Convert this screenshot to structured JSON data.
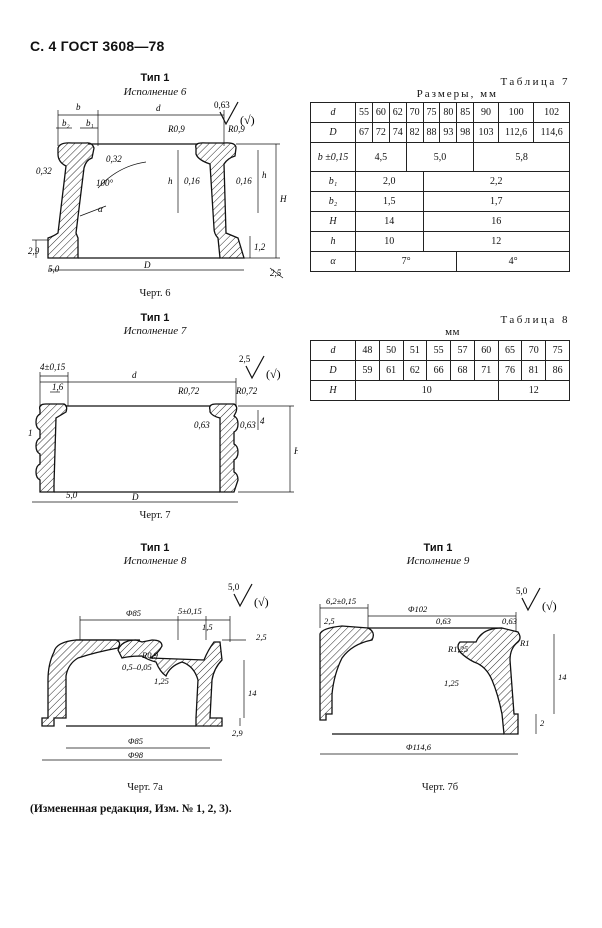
{
  "header": "С. 4 ГОСТ 3608—78",
  "fig6": {
    "type_label": "Тип 1",
    "execution_label": "Исполнение 6",
    "caption": "Черт. 6",
    "roughness": "0,63",
    "roughness_mark": "(√)",
    "dims": [
      "b",
      "d",
      "b₂",
      "b₁",
      "R0,9",
      "R0,9",
      "0,32",
      "0,32",
      "100°",
      "α",
      "h",
      "0,16",
      "0,16",
      "h",
      "H",
      "2,9",
      "5,0",
      "D",
      "1,2",
      "2,5"
    ]
  },
  "table7": {
    "caption": "Таблица 7",
    "units": "Размеры, мм",
    "rows": [
      {
        "label": "d",
        "cells": [
          "55",
          "60",
          "62",
          "70",
          "75",
          "80",
          "85",
          "90",
          "100",
          "102"
        ]
      },
      {
        "label": "D",
        "cells": [
          "67",
          "72",
          "74",
          "82",
          "88",
          "93",
          "98",
          "103",
          "112,6",
          "114,6"
        ]
      },
      {
        "label": "b ±0,15",
        "cells": [
          "4,5",
          "5,0",
          "5,8"
        ]
      },
      {
        "label": "b₁",
        "cells": [
          "2,0",
          "2,2"
        ]
      },
      {
        "label": "b₂",
        "cells": [
          "1,5",
          "1,7"
        ]
      },
      {
        "label": "H",
        "cells": [
          "14",
          "16"
        ]
      },
      {
        "label": "h",
        "cells": [
          "10",
          "12"
        ]
      },
      {
        "label": "α",
        "cells": [
          "7°",
          "4°"
        ]
      }
    ]
  },
  "fig7": {
    "type_label": "Тип 1",
    "execution_label": "Исполнение 7",
    "caption": "Черт. 7",
    "roughness": "2,5",
    "roughness_mark": "(√)",
    "dims": [
      "4±0,15",
      "d",
      "1,6",
      "R0,72",
      "R0,72",
      "1",
      "0,63",
      "0,63",
      "4",
      "H",
      "5,0",
      "D"
    ]
  },
  "table8": {
    "caption": "Таблица 8",
    "units": "мм",
    "rows": [
      {
        "label": "d",
        "cells": [
          "48",
          "50",
          "51",
          "55",
          "57",
          "60",
          "65",
          "70",
          "75"
        ]
      },
      {
        "label": "D",
        "cells": [
          "59",
          "61",
          "62",
          "66",
          "68",
          "71",
          "76",
          "81",
          "86"
        ]
      },
      {
        "label": "H",
        "cells": [
          "10",
          "12"
        ]
      }
    ]
  },
  "fig7a": {
    "type_label": "Тип 1",
    "execution_label": "Исполнение 8",
    "caption": "Черт. 7а",
    "roughness": "5,0",
    "roughness_mark": "(√)",
    "dims": [
      "Φ85",
      "5±0,15",
      "R0,9",
      "1,5",
      "2,5",
      "0,5–0,05",
      "1,25",
      "14",
      "2,9",
      "Φ85",
      "Φ98"
    ]
  },
  "fig7b": {
    "type_label": "Тип 1",
    "execution_label": "Исполнение 9",
    "caption": "Черт. 7б",
    "roughness": "5,0",
    "roughness_mark": "(√)",
    "dims": [
      "6,2±0,15",
      "Φ102",
      "2,5",
      "0,63",
      "0,63",
      "R1",
      "R1,25",
      "1,25",
      "14",
      "2",
      "Φ114,6"
    ]
  },
  "footnote": "(Измененная редакция, Изм. № 1, 2, 3)."
}
